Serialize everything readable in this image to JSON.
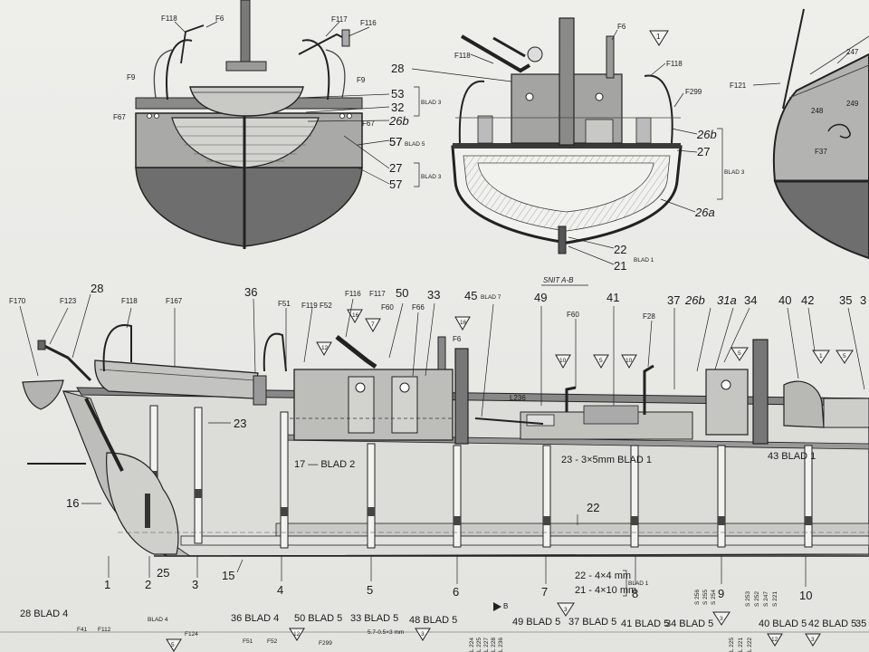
{
  "stern_view": {
    "labels": [
      "F118",
      "F6",
      "F117",
      "F116",
      "F9",
      "F9",
      "F67",
      "F67",
      "53",
      "32",
      "26b",
      "57",
      "27",
      "57"
    ],
    "blad_3a": "BLAD 3",
    "blad_3b": "BLAD 3"
  },
  "section_view": {
    "labels": [
      "28",
      "F118",
      "F6",
      "F299",
      "26b",
      "27",
      "26a",
      "57",
      "22",
      "21"
    ],
    "blad_5": "BLAD 5",
    "blad_3": "BLAD 3",
    "blad_1": "BLAD 1",
    "tri_1": "1"
  },
  "bow_view": {
    "labels": [
      "F121",
      "247",
      "248",
      "249",
      "F37"
    ]
  },
  "snit_title": "SNIT A-B",
  "profile": {
    "top_labels": [
      "F170",
      "F123",
      "28",
      "F118",
      "F167",
      "36",
      "F51",
      "F119",
      "F52",
      "F116",
      "F117",
      "50",
      "33",
      "45",
      "BLAD 7",
      "49",
      "F60",
      "41",
      "F28",
      "37",
      "26b",
      "31a",
      "34",
      "40",
      "42",
      "35",
      "3",
      "F66",
      "F6",
      "L236"
    ],
    "triangles": [
      "16",
      "12",
      "7",
      "16",
      "10",
      "5",
      "10",
      "5",
      "1",
      "5"
    ],
    "inner_labels": [
      "23",
      "17 — BLAD 2",
      "23 - 3×5mm BLAD 1",
      "43 BLAD 1",
      "16",
      "22",
      "25",
      "15",
      "22 - 4×4 mm",
      "21 - 4×10 mm",
      "BLAD 1"
    ],
    "stations": [
      "1",
      "2",
      "3",
      "4",
      "5",
      "6",
      "7",
      "8",
      "9",
      "10"
    ],
    "b_marker": "B",
    "side_codes": [
      "S 256",
      "S 255",
      "S 254",
      "S 253",
      "S 252",
      "S 247",
      "S 221"
    ]
  },
  "parts_list": {
    "items": [
      "28 BLAD 4",
      "BLAD 4",
      "F41",
      "F112",
      "F124",
      "36 BLAD 4",
      "F51",
      "F52",
      "50 BLAD 5",
      "F299",
      "33 BLAD 5",
      "5.7-0.5×3 mm",
      "48 BLAD 5",
      "L 224",
      "L 225",
      "L 227",
      "L 228",
      "L 236",
      "49 BLAD 5",
      "37 BLAD 5",
      "41 BLAD 5",
      "34 BLAD 5",
      "L 225",
      "L 221",
      "L 222",
      "40 BLAD 5",
      "42 BLAD 5",
      "35"
    ],
    "triangles": [
      "5",
      "12",
      "3",
      "3",
      "3",
      "12",
      "3"
    ]
  },
  "colors": {
    "paper": "#ebebe8",
    "ink": "#1a1a1a",
    "hull_dark": "#6b6b6b",
    "hull_mid": "#9d9d9d",
    "deck_light": "#c9c9c6"
  }
}
